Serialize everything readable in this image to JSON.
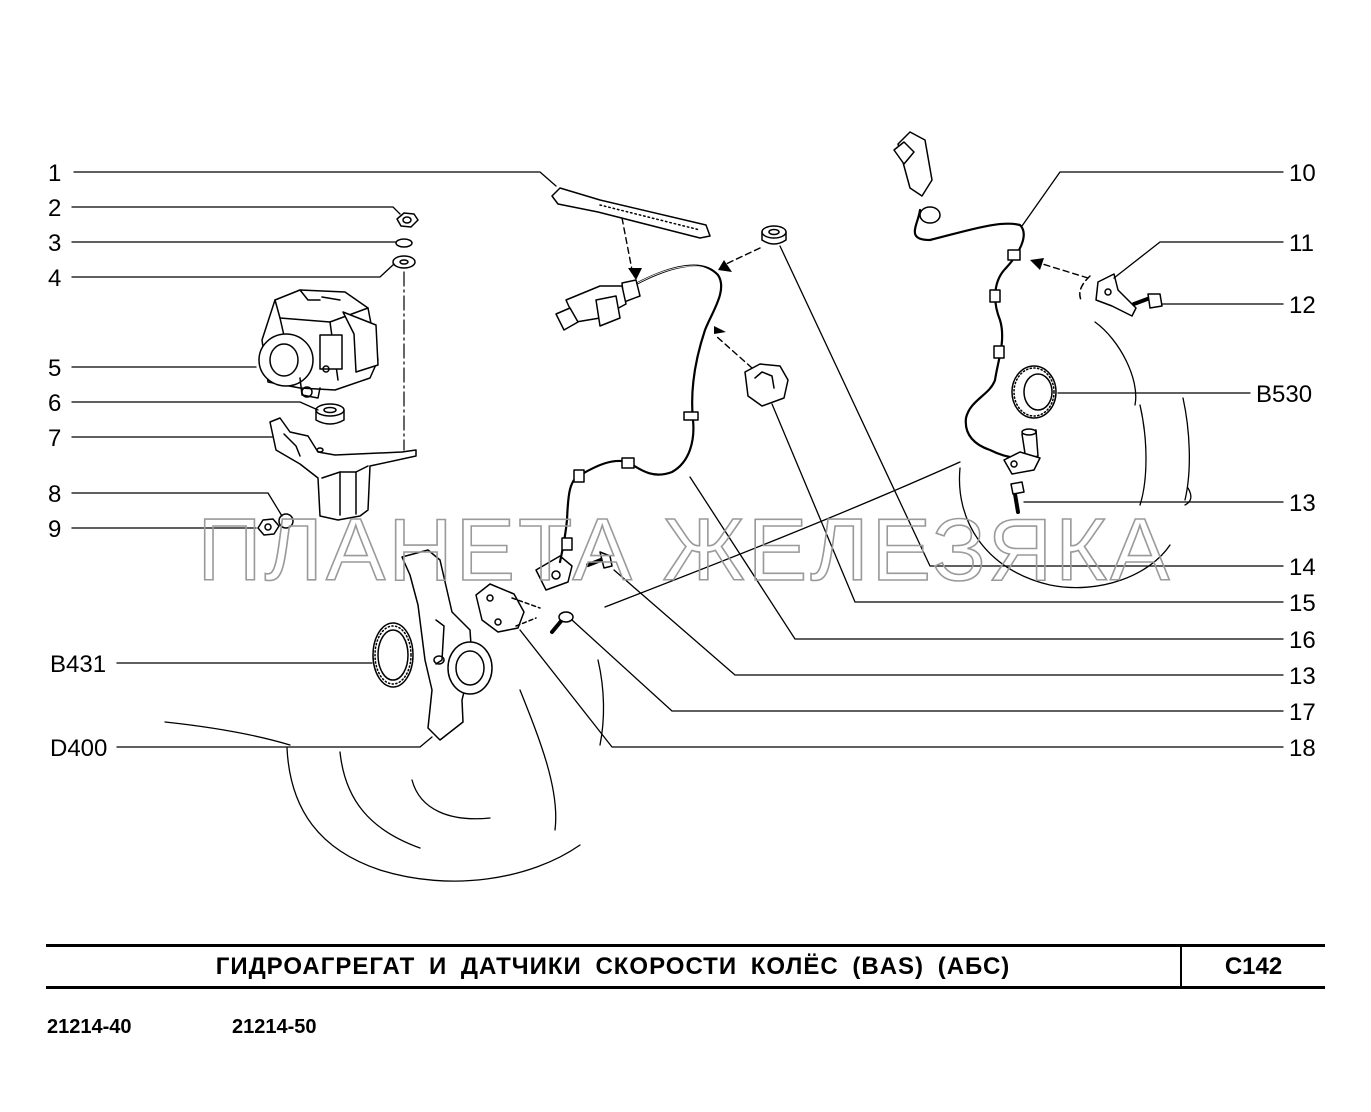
{
  "callouts": {
    "c1": "1",
    "c2": "2",
    "c3": "3",
    "c4": "4",
    "c5": "5",
    "c6": "6",
    "c7": "7",
    "c8": "8",
    "c9": "9",
    "cB431": "B431",
    "cD400": "D400",
    "c10": "10",
    "c11": "11",
    "c12": "12",
    "cB530": "B530",
    "c13a": "13",
    "c14": "14",
    "c15": "15",
    "c16": "16",
    "c13b": "13",
    "c17": "17",
    "c18": "18"
  },
  "watermark": "ПЛАНЕТА ЖЕЛЕЗЯКА",
  "title": {
    "text": "ГИДРОАГРЕГАТ И ДАТЧИКИ СКОРОСТИ КОЛЁС (BAS) (АБС)",
    "code": "C142"
  },
  "models": [
    "21214-40",
    "21214-50"
  ]
}
